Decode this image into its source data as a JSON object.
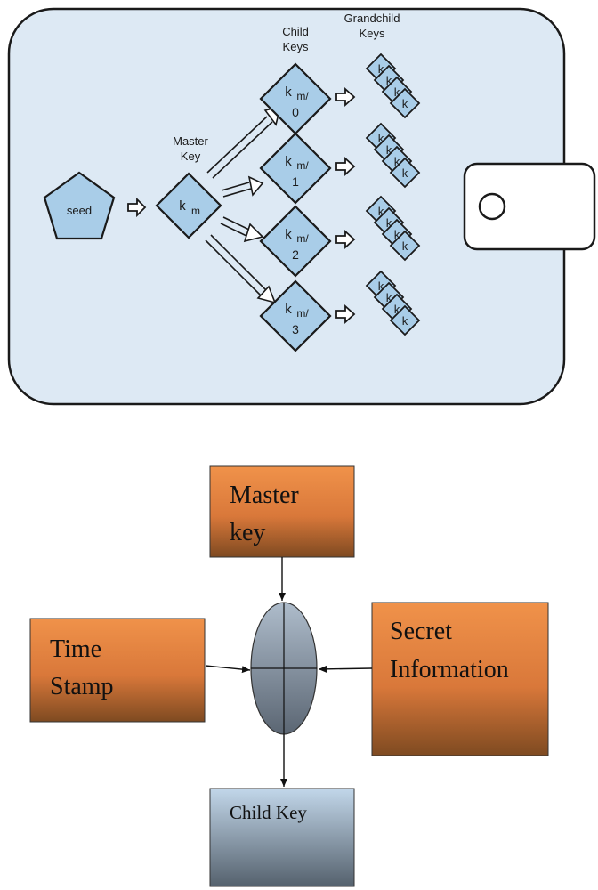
{
  "wallet": {
    "seed_label": "seed",
    "master_title_1": "Master",
    "master_title_2": "Key",
    "master_key_base": "k",
    "master_key_sub": "m",
    "child_title_1": "Child",
    "child_title_2": "Keys",
    "grand_title_1": "Grandchild",
    "grand_title_2": "Keys",
    "child_keys": [
      {
        "base": "k",
        "sub": "m/",
        "index": "0"
      },
      {
        "base": "k",
        "sub": "m/",
        "index": "1"
      },
      {
        "base": "k",
        "sub": "m/",
        "index": "2"
      },
      {
        "base": "k",
        "sub": "m/",
        "index": "3"
      }
    ],
    "grandchild_letter": "k",
    "colors": {
      "wallet_fill": "#dde9f4",
      "shape_fill": "#a9cde8",
      "stroke": "#1a1a1a"
    }
  },
  "flow": {
    "master_key": {
      "line1": "Master",
      "line2": "key"
    },
    "time_stamp": {
      "line1": "Time",
      "line2": "Stamp"
    },
    "secret_info": {
      "line1": "Secret",
      "line2": "Information"
    },
    "child_key": {
      "label": "Child Key"
    },
    "colors": {
      "orange_top": "#f0924a",
      "orange_bottom": "#7e4a21",
      "ellipse_top": "#aebccb",
      "ellipse_bottom": "#5b6673",
      "child_top": "#c2d7ea",
      "child_bottom": "#55616d"
    }
  }
}
